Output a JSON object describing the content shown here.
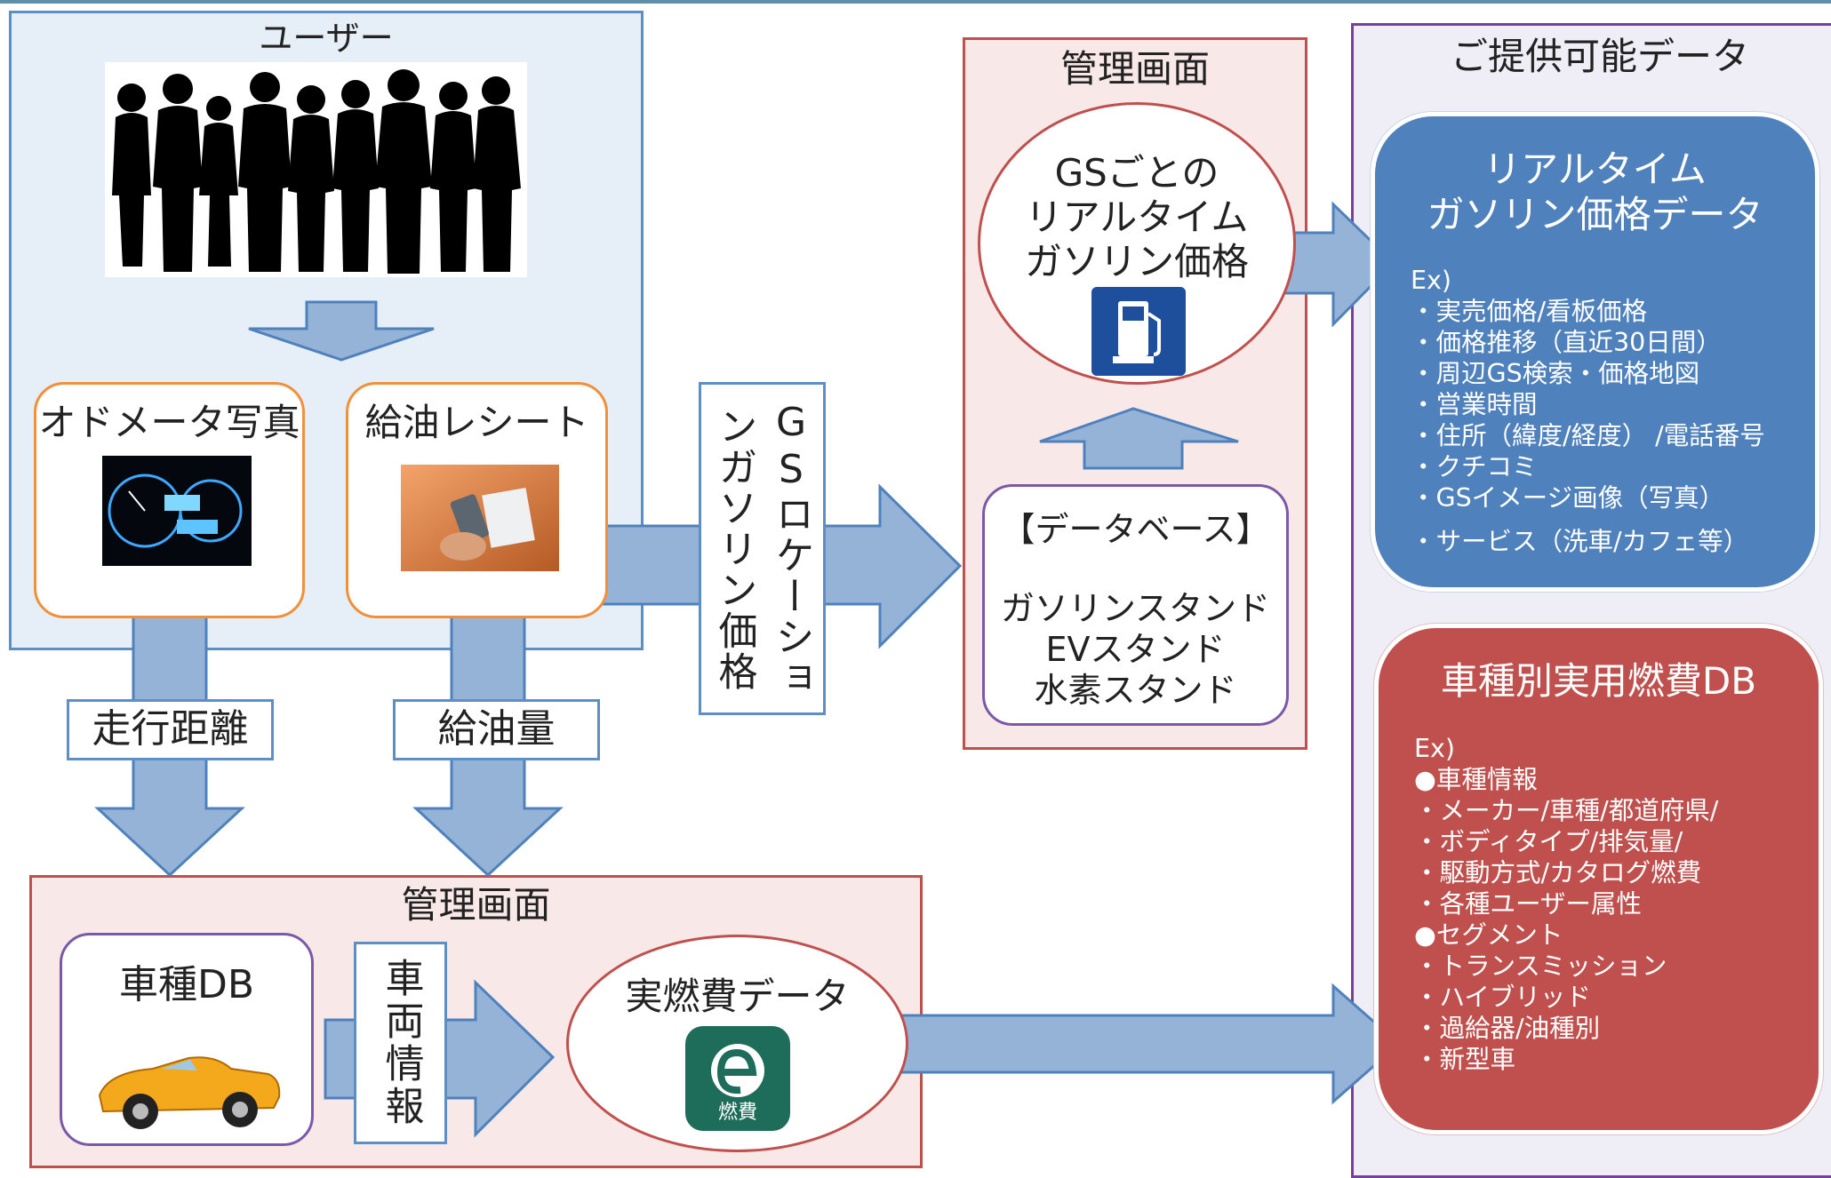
{
  "users": {
    "title": "ユーザー"
  },
  "odometer": {
    "label": "オドメータ写真"
  },
  "receipt": {
    "label": "給油レシート"
  },
  "distance_label": "走行距離",
  "fuel_label": "給油量",
  "gs_location_label": "GSロケーションガソリン価格",
  "admin_top": {
    "title": "管理画面",
    "ellipse_lines": [
      "GSごとの",
      "リアルタイム",
      "ガソリン価格"
    ],
    "db_title": "【データベース】",
    "db_lines": [
      "ガソリンスタンド",
      "EVスタンド",
      "水素スタンド"
    ]
  },
  "admin_bottom": {
    "title": "管理画面",
    "car_db": "車種DB",
    "vehicle_info": "車両情報",
    "real_fuel": "実燃費データ",
    "app_icon_text": "燃費"
  },
  "provide": {
    "title": "ご提供可能データ",
    "realtime": {
      "title_lines": [
        "リアルタイム",
        "ガソリン価格データ"
      ],
      "items": [
        "Ex)",
        "・実売価格/看板価格",
        "・価格推移（直近30日間）",
        "・周辺GS検索・価格地図",
        "・営業時間",
        "・住所（緯度/経度） /電話番号",
        "・クチコミ",
        "・GSイメージ画像（写真）",
        "・サービス（洗車/カフェ等）"
      ]
    },
    "fueldb": {
      "title": "車種別実用燃費DB",
      "items": [
        "Ex)",
        "●車種情報",
        "・メーカー/車種/都道府県/",
        "・ボディタイプ/排気量/",
        "・駆動方式/カタログ燃費",
        "・各種ユーザー属性",
        "●セグメント",
        "・トランスミッション",
        "・ハイブリッド",
        "・過給器/油種別",
        "・新型車"
      ]
    }
  },
  "colors": {
    "arrow_fill": "#95b3d7",
    "arrow_stroke": "#4f81bd",
    "blue_card": "#4f81bd",
    "red_card": "#c0504d",
    "orange_border": "#f0903a",
    "purple_border": "#7a5aa8"
  }
}
